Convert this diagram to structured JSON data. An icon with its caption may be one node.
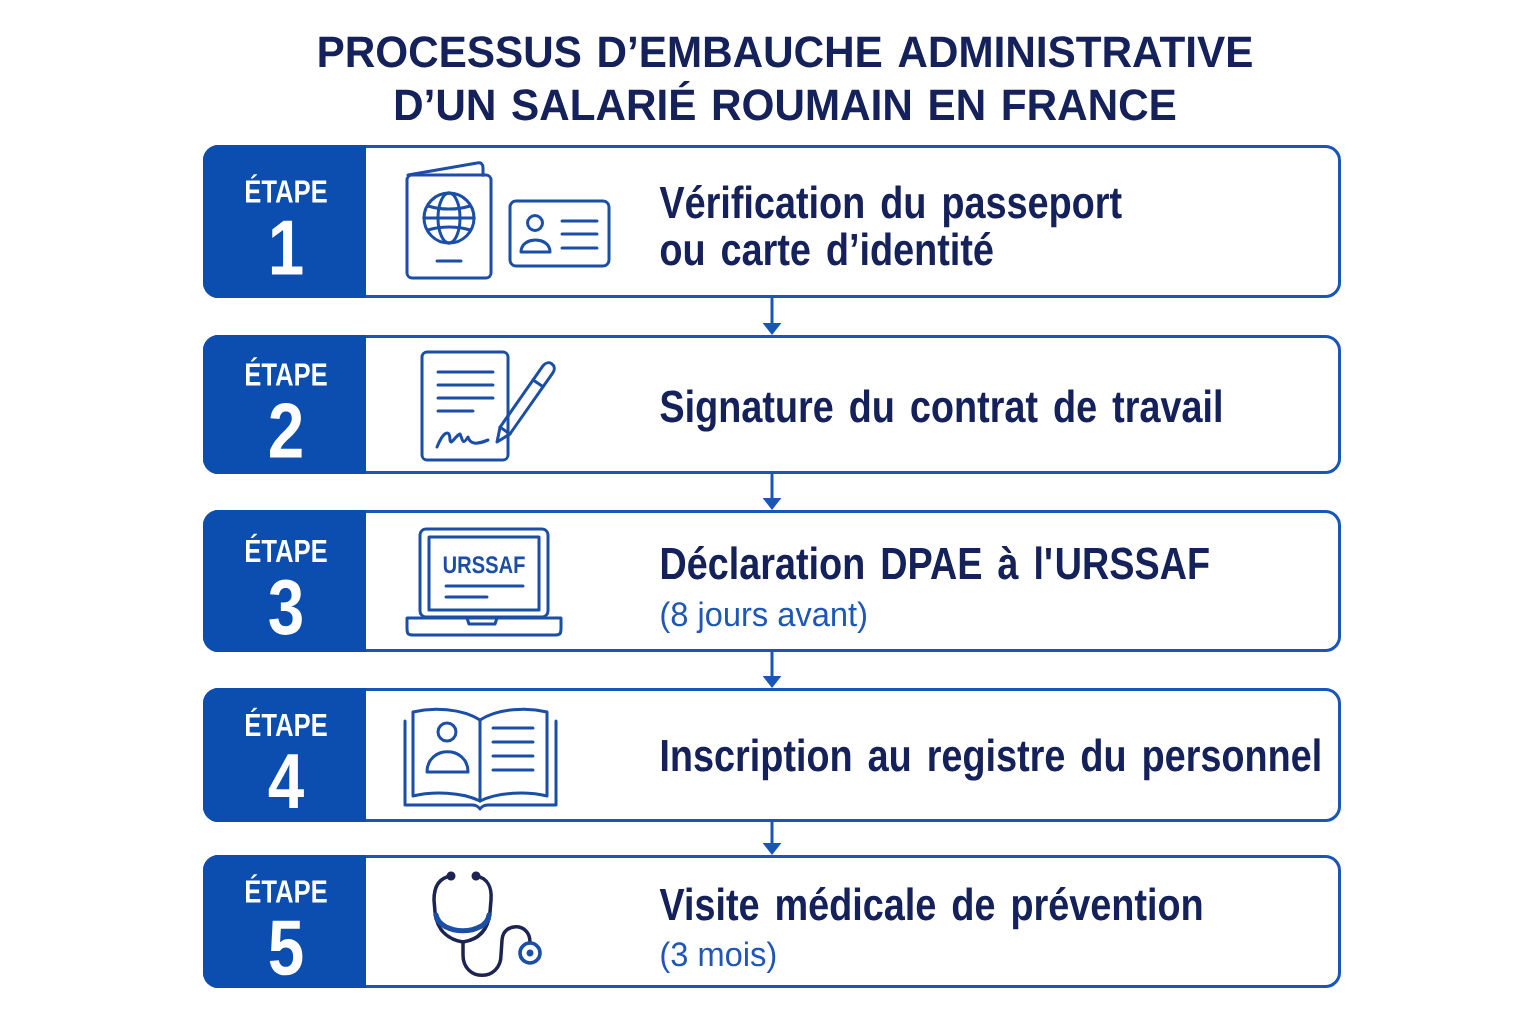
{
  "diagram": {
    "title": "PROCESSUS D’EMBAUCHE ADMINISTRATIVE D’UN SALARIÉ ROUMAIN EN FRANCE",
    "nodes": [
      {
        "text": [
          "ÉTAPE",
          "1",
          "Vérification du passeport ou carte d’identité"
        ]
      },
      {
        "text": [
          "ÉTAPE",
          "2",
          "Signature du contrat de travail"
        ]
      },
      {
        "text": [
          "ÉTAPE",
          "3",
          "Déclaration DPAE à l'URSSAF",
          "(8 jours avant)"
        ]
      },
      {
        "text": [
          "ÉTAPE",
          "4",
          "Inscription au registre du personnel"
        ]
      },
      {
        "text": [
          "ÉTAPE",
          "5",
          "Visite médicale de prévention",
          "(3 mois)"
        ]
      }
    ],
    "edges": [
      {
        "from": 0,
        "to": 1,
        "arrow": "to"
      },
      {
        "from": 1,
        "to": 2,
        "arrow": "to"
      },
      {
        "from": 2,
        "to": 3,
        "arrow": "to"
      },
      {
        "from": 3,
        "to": 4,
        "arrow": "to"
      }
    ],
    "labels": [
      "URSSAF"
    ]
  }
}
